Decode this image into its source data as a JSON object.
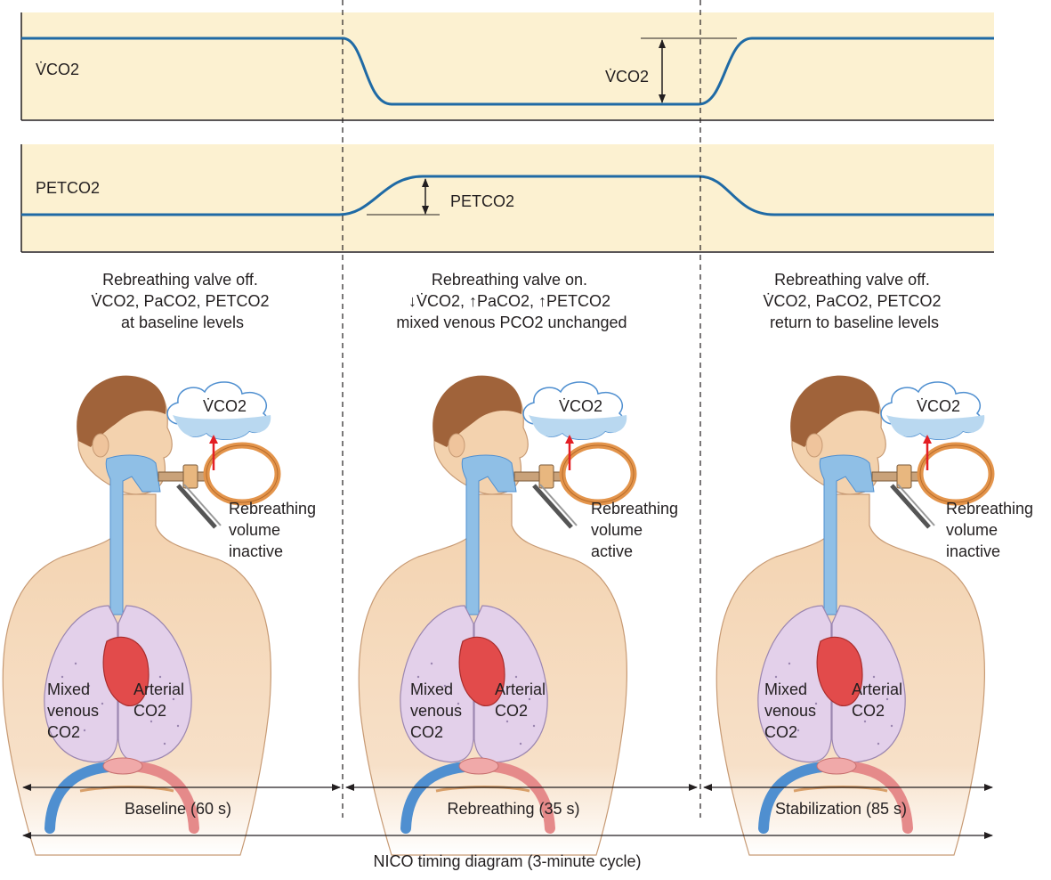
{
  "colors": {
    "panel": "#fcf1d1",
    "trace": "#1f6aa5",
    "skin": "#f3d2ae",
    "airway": "#8fbfe6",
    "lung": "#e3d0ea",
    "heart": "#e24b4b",
    "vein": "#4f8fd0",
    "artery": "#e58a8a",
    "bag": "#e3944b",
    "arrow": "#e31e24",
    "hair": "#a0633a"
  },
  "graphs": {
    "vco2": {
      "left_label": "V̇CO2",
      "delta_label": "V̇CO2"
    },
    "petco2": {
      "left_label": "PETCO2",
      "delta_label": "PETCO2"
    }
  },
  "phases": [
    {
      "caption": [
        "Rebreathing valve off.",
        "V̇CO2, PaCO2, PETCO2",
        "at baseline levels"
      ],
      "cloud_label": "V̇CO2",
      "status": [
        "Rebreathing",
        "volume",
        "inactive"
      ],
      "venous": [
        "Mixed",
        "venous",
        "CO2"
      ],
      "arterial": [
        "Arterial",
        "CO2"
      ],
      "duration": "Baseline (60 s)"
    },
    {
      "caption": [
        "Rebreathing valve on.",
        "↓V̇CO2, ↑PaCO2, ↑PETCO2",
        "mixed venous PCO2 unchanged"
      ],
      "cloud_label": "V̇CO2",
      "status": [
        "Rebreathing",
        "volume",
        "active"
      ],
      "venous": [
        "Mixed",
        "venous",
        "CO2"
      ],
      "arterial": [
        "Arterial",
        "CO2"
      ],
      "duration": "Rebreathing (35 s)"
    },
    {
      "caption": [
        "Rebreathing valve off.",
        "V̇CO2, PaCO2, PETCO2",
        "return to baseline levels"
      ],
      "cloud_label": "V̇CO2",
      "status": [
        "Rebreathing",
        "volume",
        "inactive"
      ],
      "venous": [
        "Mixed",
        "venous",
        "CO2"
      ],
      "arterial": [
        "Arterial",
        "CO2"
      ],
      "duration": "Stabilization (85 s)"
    }
  ],
  "footer": "NICO timing diagram (3-minute cycle)"
}
